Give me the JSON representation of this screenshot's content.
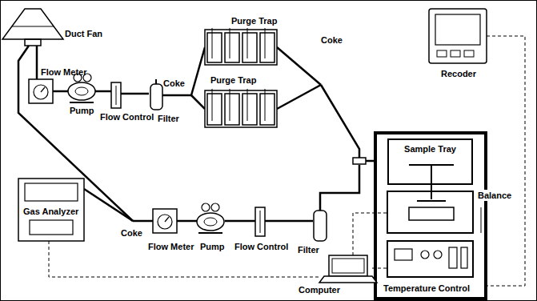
{
  "diagram": {
    "nodes": [
      {
        "text": [
          "Sample Tray"
        ]
      }
    ],
    "labels": [
      "Duct Fan",
      "Flow Meter",
      "Pump",
      "Flow Control",
      "Filter",
      "Coke",
      "Purge Trap",
      "Purge Trap",
      "Coke",
      "Recoder",
      "Balance",
      "Gas Analyzer",
      "Coke",
      "Flow Meter",
      "Pump",
      "Flow Control",
      "Filter",
      "Computer",
      "Temperature Control"
    ]
  }
}
